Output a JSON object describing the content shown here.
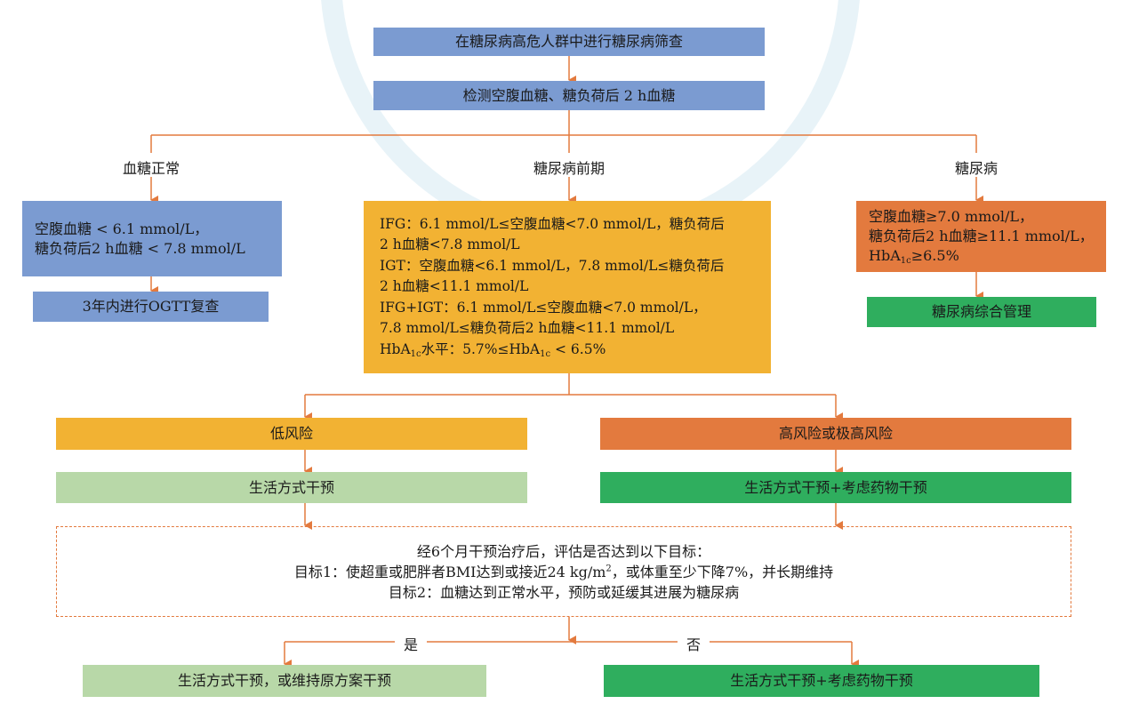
{
  "nodes": {
    "screen": "在糖尿病高危人群中进行糖尿病筛查",
    "test": "检测空腹血糖、糖负荷后 2 h血糖",
    "branch_normal": "血糖正常",
    "branch_pre": "糖尿病前期",
    "branch_dm": "糖尿病",
    "normal_l1": "空腹血糖 < 6.1 mmol/L，",
    "normal_l2": "糖负荷后2 h血糖 < 7.8 mmol/L",
    "normal_next": "3年内进行OGTT复查",
    "pre_ifg_a": "IFG：6.1 mmol/L≤空腹血糖<7.0 mmol/L，糖负荷后",
    "pre_ifg_b": "2 h血糖<7.8 mmol/L",
    "pre_igt_a": "IGT：空腹血糖<6.1 mmol/L，7.8 mmol/L≤糖负荷后",
    "pre_igt_b": "2 h血糖<11.1 mmol/L",
    "pre_both_a": "IFG+IGT：6.1 mmol/L≤空腹血糖<7.0 mmol/L，",
    "pre_both_b": "7.8 mmol/L≤糖负荷后2 h血糖<11.1 mmol/L",
    "pre_hba_1": "HbA",
    "pre_hba_sub": "1c",
    "pre_hba_2": "水平：5.7%≤HbA",
    "pre_hba_sub2": "1c",
    "pre_hba_3": " < 6.5%",
    "dm_l1": "空腹血糖≥7.0 mmol/L，",
    "dm_l2": "糖负荷后2 h血糖≥11.1 mmol/L，",
    "dm_l3a": "HbA",
    "dm_l3sub": "1c",
    "dm_l3b": "≥6.5%",
    "dm_next": "糖尿病综合管理",
    "low_risk": "低风险",
    "high_risk": "高风险或极高风险",
    "low_action": "生活方式干预",
    "high_action": "生活方式干预+考虑药物干预",
    "eval_title": "经6个月干预治疗后，评估是否达到以下目标：",
    "eval_goal1a": "目标1：使超重或肥胖者BMI达到或接近24 kg/m",
    "eval_goal1sup": "2",
    "eval_goal1b": "，或体重至少下降7%，并长期维持",
    "eval_goal2": "目标2：血糖达到正常水平，预防或延缓其进展为糖尿病",
    "yes": "是",
    "no": "否",
    "yes_action": "生活方式干预，或维持原方案干预",
    "no_action": "生活方式干预+考虑药物干预"
  },
  "colors": {
    "blue": "#7b9bd1",
    "orange": "#e37a3e",
    "yellow": "#f2b233",
    "light_green": "#b8d8a8",
    "green": "#2fae5e",
    "connector": "#e37a3e"
  }
}
